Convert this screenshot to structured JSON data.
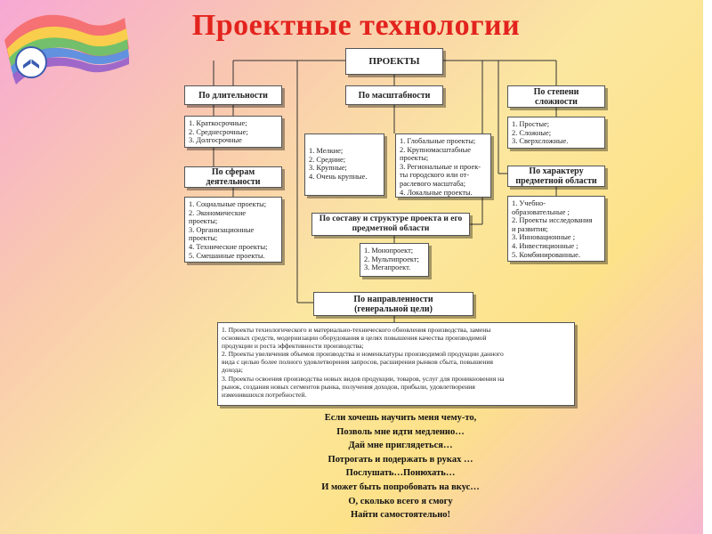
{
  "title": "Проектные технологии",
  "root": "ПРОЕКТЫ",
  "categories": {
    "duration": {
      "header": "По длительности",
      "items": [
        "1. Краткосрочные;",
        "2. Среднесрочные;",
        "3. Долгосрочные"
      ]
    },
    "scale": {
      "header": "По масштабности",
      "items_left": [
        "1. Мелкие;",
        "2. Средние;",
        "3. Крупные;",
        "4. Очень крупные."
      ],
      "items_right": [
        "1. Глобальные проекты;",
        "2. Крупномасштабные\nпроекты;",
        "3. Региональные и проек-\nты городского или от-\nраслевого масштаба;",
        "4. Локальные проекты."
      ]
    },
    "complexity": {
      "header": "По степени\nсложности",
      "items": [
        "1. Простые;",
        "2. Сложные;",
        "3. Сверхсложные."
      ]
    },
    "spheres": {
      "header": "По сферам\nдеятельности",
      "items": [
        "1. Социальные проекты;",
        "2. Экономические\nпроекты;",
        "3. Организационные\nпроекты;",
        "4. Технические проекты;",
        "5. Смешанные проекты."
      ]
    },
    "subject": {
      "header": "По характеру\nпредметной области",
      "items": [
        "1. Учебно-\nобразовательные ;",
        "2. Проекты исследования\nи развития;",
        "3. Инновационные ;",
        "4. Инвестиционные ;",
        "5. Комбинированные."
      ]
    },
    "composition": {
      "header": "По составу и структуре проекта и его\nпредметной области",
      "items": [
        "1. Монопроект;",
        "2. Мультипроект;",
        "3. Мегапроект."
      ]
    },
    "direction": {
      "header": "По направленности\n(генеральной цели)",
      "items": [
        "1. Проекты технологического и материально-технического обновления производства, замены\nосновных средств, модернизации оборудования в целях повышения качества производимой\nпродукции и роста эффективности производства;",
        "2. Проекты увеличения объемов производства и номенклатуры производимой продукции данного\nвида с целью более полного удовлетворения запросов, расширения рынков сбыта, повышения\nдохода;",
        "3. Проекты освоения производства новых видов продукции, товаров, услуг для проникновения на\nрынок, создания новых сегментов рынка, получения доходов, прибыли, удовлетворения\nизменившихся потребностей."
      ]
    }
  },
  "poem": [
    "Если хочешь научить меня чему-то,",
    "Позволь мне идти медленно…",
    "Дай мне приглядеться…",
    "Потрогать и подержать в руках …",
    "Послушать…Понюхать…",
    "И может быть попробовать на вкус…",
    "О, сколько всего я смогу",
    "Найти самостоятельно!"
  ],
  "colors": {
    "title": "#e3231d"
  },
  "icons": [
    "rainbow-flag-book-logo"
  ]
}
